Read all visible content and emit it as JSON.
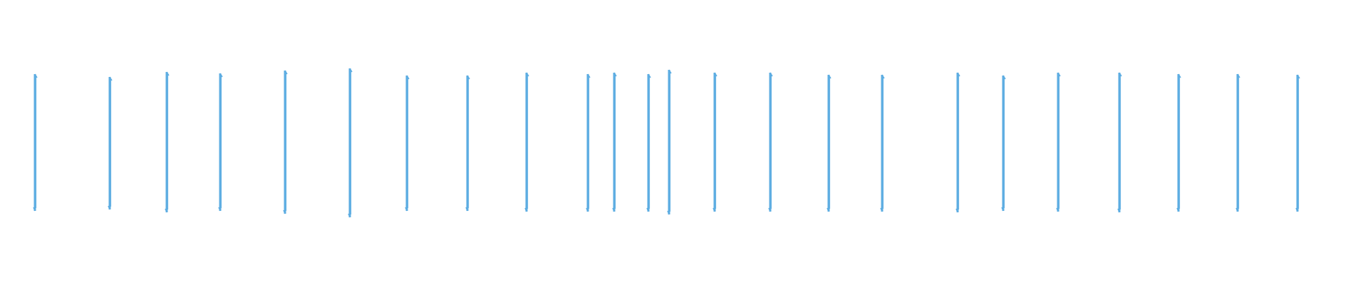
{
  "colors": {
    "background": "#ffffff",
    "stroke": "#5dade2"
  },
  "marks": {
    "count": 24,
    "order": [
      "bar-01",
      "bar-02",
      "bar-03",
      "bar-04",
      "bar-05",
      "bar-06",
      "bar-07",
      "bar-08",
      "bar-09",
      "bar-10",
      "bar-11",
      "bar-12",
      "bar-13",
      "bar-14",
      "bar-15",
      "bar-16",
      "bar-17",
      "bar-18",
      "bar-19",
      "bar-20",
      "bar-21",
      "bar-22",
      "bar-23",
      "bar-24"
    ]
  }
}
